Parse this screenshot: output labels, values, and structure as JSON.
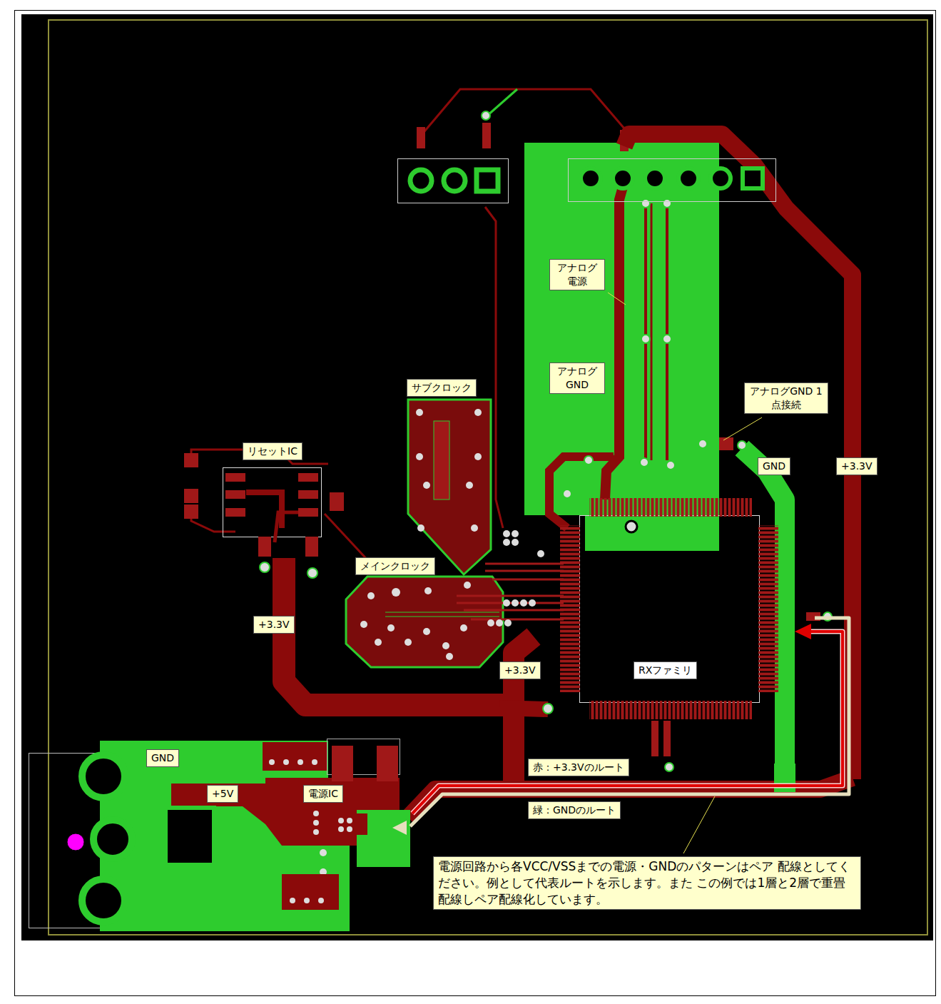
{
  "diagram": {
    "nodes": [
      {
        "text": [
          "アナログ 電源"
        ]
      },
      {
        "text": [
          "アナログ GND"
        ]
      },
      {
        "text": [
          "サブクロック"
        ]
      },
      {
        "text": [
          "アナログGND 1点接続"
        ]
      },
      {
        "text": [
          "リセットIC"
        ]
      },
      {
        "text": [
          "GND"
        ]
      },
      {
        "text": [
          "+3.3V"
        ]
      },
      {
        "text": [
          "メインクロック"
        ]
      },
      {
        "text": [
          "+3.3V"
        ]
      },
      {
        "text": [
          "+3.3V"
        ]
      },
      {
        "text": [
          "RXファミリ"
        ]
      },
      {
        "text": [
          "GND"
        ]
      },
      {
        "text": [
          "赤：+3.3Vのルート"
        ]
      },
      {
        "text": [
          "+5V"
        ]
      },
      {
        "text": [
          "電源IC"
        ]
      },
      {
        "text": [
          "緑：GNDのルート"
        ]
      },
      {
        "text": [
          "電源回路から各VCC/VSSまでの電源・GNDのパターンはペア 配線としてください。例として代表ルートを示します。また この例では1層と2層で重畳配線しペア配線化しています。"
        ]
      }
    ]
  }
}
